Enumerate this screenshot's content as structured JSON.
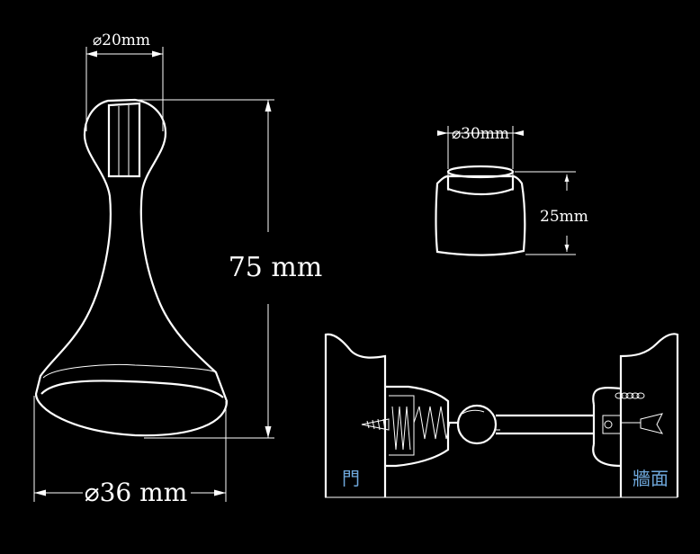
{
  "drawing": {
    "stopper_top_diameter": "⌀20mm",
    "stopper_height": "75 mm",
    "stopper_base_diameter": "⌀36 mm",
    "catch_diameter": "⌀30mm",
    "catch_height": "25mm",
    "label_door": "門",
    "label_wall": "牆面"
  },
  "colors": {
    "background": "#000000",
    "lines": "#ffffff",
    "label_accent": "#6fa8dc",
    "part_fill": "#1a1a1a"
  }
}
